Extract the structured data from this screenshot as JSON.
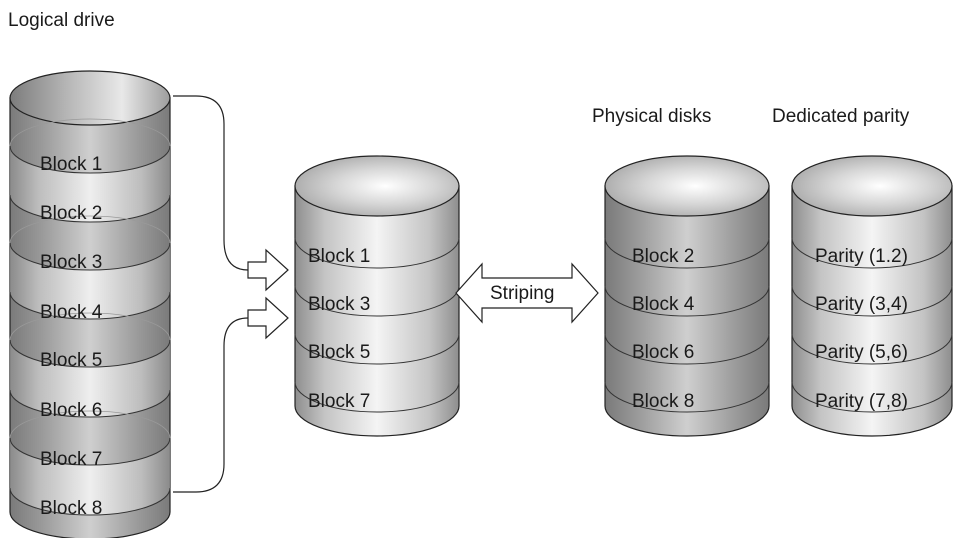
{
  "logical_drive": {
    "title": "Logical drive",
    "blocks": [
      "Block 1",
      "Block 2",
      "Block 3",
      "Block 4",
      "Block 5",
      "Block 6",
      "Block 7",
      "Block 8"
    ]
  },
  "disk_a": {
    "blocks": [
      "Block 1",
      "Block 3",
      "Block 5",
      "Block 7"
    ]
  },
  "striping": {
    "label": "Striping"
  },
  "disk_b": {
    "title": "Physical disks",
    "blocks": [
      "Block 2",
      "Block 4",
      "Block 6",
      "Block 8"
    ]
  },
  "parity_disk": {
    "title": "Dedicated parity",
    "blocks": [
      "Parity (1.2)",
      "Parity (3,4)",
      "Parity (5,6)",
      "Parity (7,8)"
    ]
  }
}
